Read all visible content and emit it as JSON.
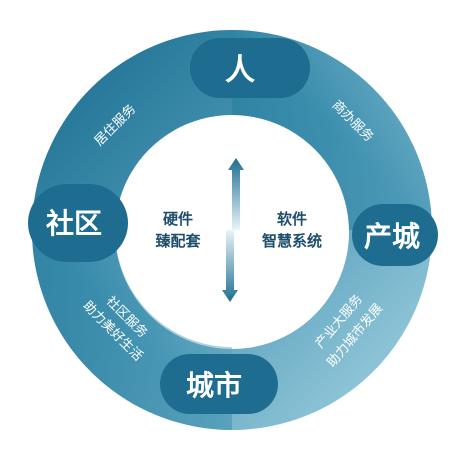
{
  "nodes": {
    "top": "人",
    "right": "产城",
    "bottom": "城市",
    "left": "社区"
  },
  "arcs": {
    "top_left": [
      "居住服务"
    ],
    "top_right": [
      "商办服务"
    ],
    "bottom_right": [
      "产业大服务",
      "助力城市发展"
    ],
    "bottom_left": [
      "社区服务",
      "助力美好生活"
    ]
  },
  "center": {
    "left": [
      "硬件",
      "臻配套"
    ],
    "right": [
      "软件",
      "智慧系统"
    ]
  },
  "colors": {
    "ring_dark": "#1f6f93",
    "ring_light": "#a9d3e2",
    "node_fill": "#1e6c8f",
    "center_text": "#1f4e6b"
  }
}
